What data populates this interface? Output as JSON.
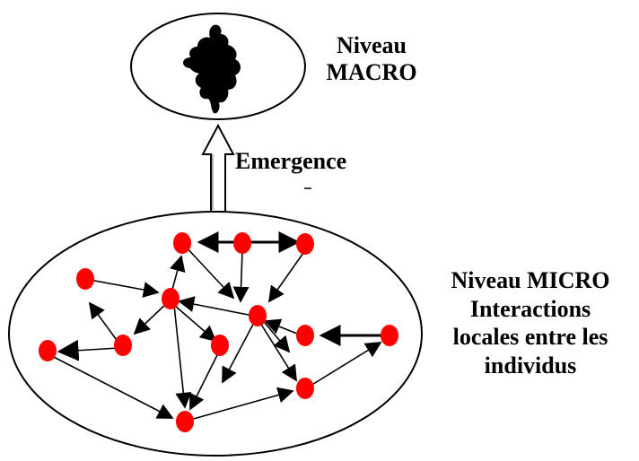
{
  "macro_level": {
    "title_line1": "Niveau",
    "title_line2": "MACRO"
  },
  "emergence": {
    "label": "Emergence"
  },
  "micro_level": {
    "line1": "Niveau MICRO",
    "line2": "Interactions",
    "line3": "locales entre les",
    "line4": "individus"
  },
  "colors": {
    "node": "#ff0000",
    "ink": "#000000",
    "background": "#ffffff"
  }
}
